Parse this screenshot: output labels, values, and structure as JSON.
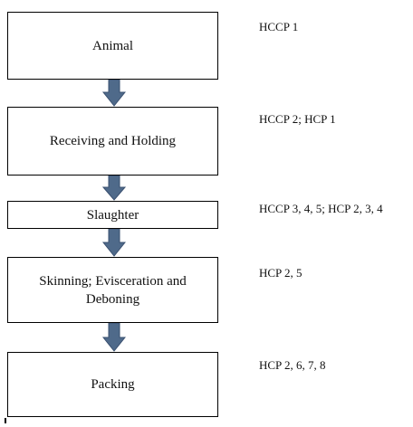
{
  "diagram": {
    "steps": [
      {
        "label": "Animal",
        "control_points": "HCCP 1"
      },
      {
        "label": "Receiving and Holding",
        "control_points": "HCCP 2; HCP 1"
      },
      {
        "label": "Slaughter",
        "control_points": "HCCP 3, 4, 5; HCP 2, 3, 4"
      },
      {
        "label": "Skinning; Evisceration and Deboning",
        "control_points": "HCP 2, 5"
      },
      {
        "label": "Packing",
        "control_points": "HCP 2, 6, 7, 8"
      }
    ],
    "arrow_fill_color": "#4f6a8a",
    "arrow_stroke_color": "#3a5070"
  }
}
